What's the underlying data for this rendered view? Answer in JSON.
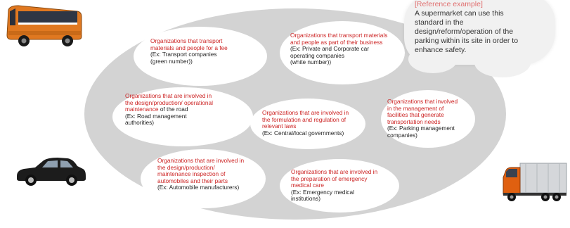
{
  "cloud": {
    "reference_label": "[Reference example]",
    "lines": [
      "A supermarket can use this",
      "standard in the",
      "design/reform/operation of the",
      "parking within its site in order to",
      "enhance safety."
    ]
  },
  "organizations": [
    {
      "red": [
        "Organizations that transport",
        " materials and people for a fee"
      ],
      "black": [
        "(Ex: Transport companies",
        "(green number))"
      ]
    },
    {
      "red": [
        "Organizations that transport materials",
        "and people  as part of their business"
      ],
      "black": [
        "(Ex: Private and Corporate car",
        "operating companies",
        "(white number))"
      ]
    },
    {
      "red": [
        "Organizations that are involved in",
        "the design/production/ operational",
        "maintenance"
      ],
      "red_tail": " of the road",
      "black": [
        "(Ex: Road management",
        "authorities)"
      ]
    },
    {
      "red": [
        "Organizations that are involved in",
        "the formulation and regulation of",
        "relevant laws"
      ],
      "black": [
        "(Ex: Central/local governments)"
      ]
    },
    {
      "red": [
        "Organizations that involved",
        "in the management of",
        "facilities that generate",
        "transportation needs"
      ],
      "black": [
        "(Ex: Parking management",
        "companies)"
      ]
    },
    {
      "red": [
        "Organizations that are involved in",
        "the design/production/",
        "maintenance inspection of",
        "automobiles and their parts"
      ],
      "black": [
        "(Ex: Automobile manufacturers)"
      ]
    },
    {
      "red": [
        "Organizations that are involved in",
        "the preparation of emergency",
        "medical care"
      ],
      "black": [
        "(Ex: Emergency medical",
        "institutions)"
      ]
    }
  ],
  "icons": [
    "bus-icon",
    "car-icon",
    "truck-icon"
  ],
  "colors": {
    "red_text": "#cc2222",
    "big_ellipse": "#d3d3d3",
    "bus": "#e07820",
    "truck": "#e06010"
  }
}
